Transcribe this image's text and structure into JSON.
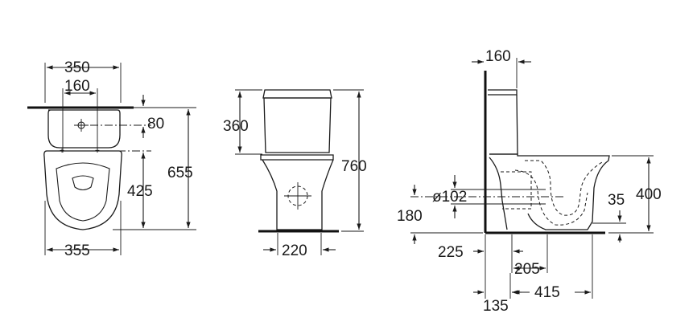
{
  "top_view": {
    "dim_width_top": "350",
    "dim_fixing_spacing": "160",
    "dim_fixing_offset": "80",
    "dim_depth_total": "655",
    "dim_fixing_to_back": "425",
    "dim_width_bottom": "355"
  },
  "front_view": {
    "dim_cistern_height": "360",
    "dim_total_height": "760",
    "dim_base_width": "220"
  },
  "side_view": {
    "dim_cistern_depth": "160",
    "dim_inlet_diameter": "ø102",
    "dim_inlet_height": "180",
    "dim_outlet_height": "35",
    "dim_seat_height": "400",
    "dim_wall_offset": "225",
    "dim_trap_offset": "205",
    "dim_wall_gap": "135",
    "dim_projection": "415"
  }
}
